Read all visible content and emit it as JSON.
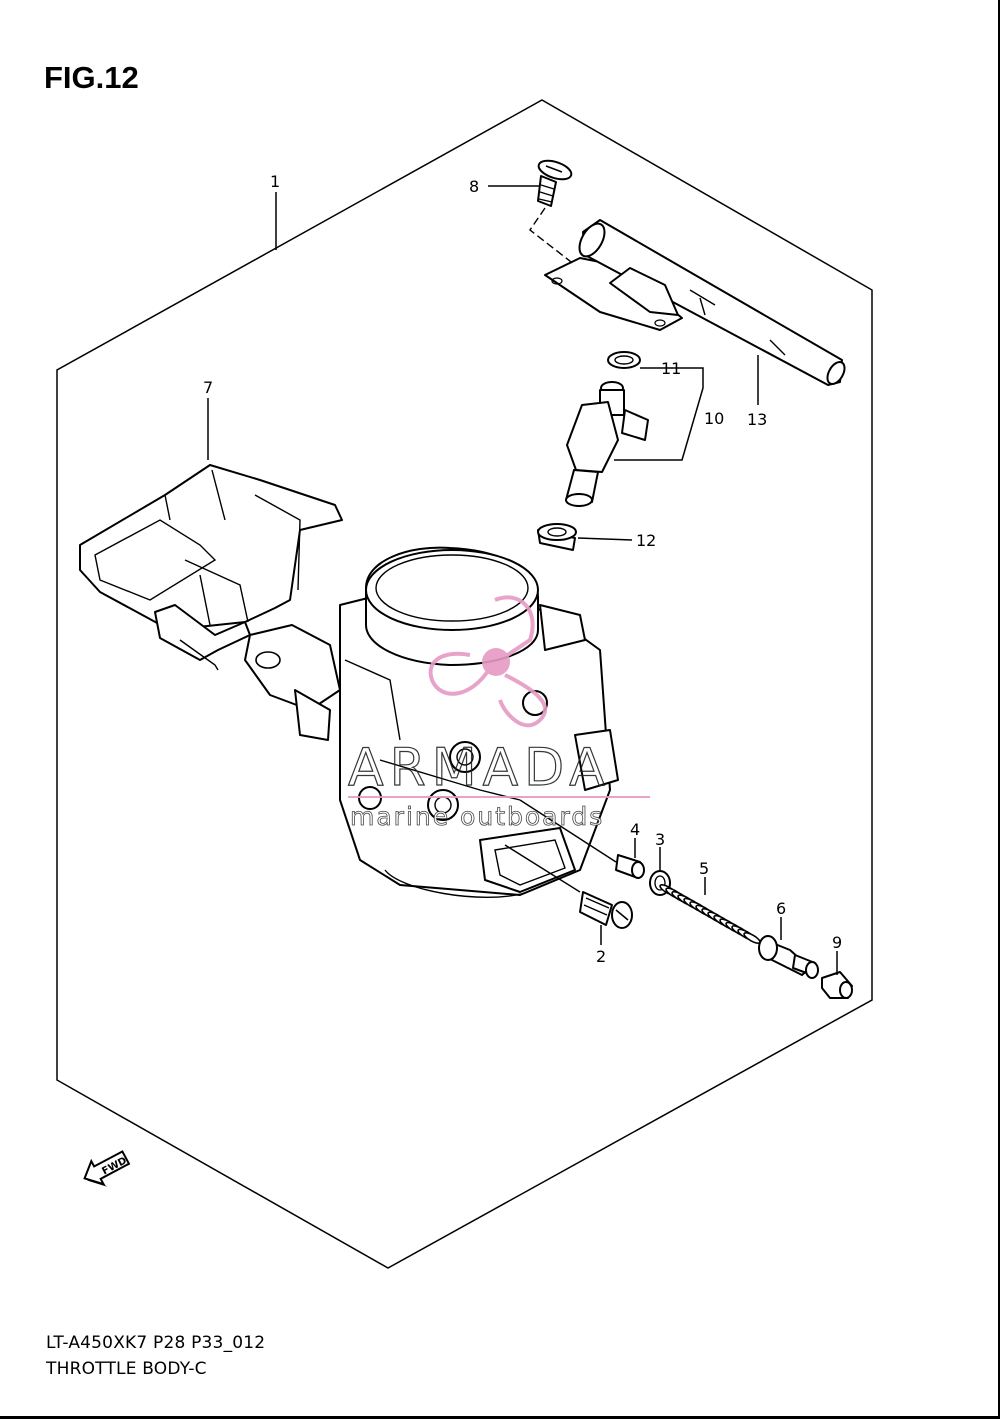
{
  "figure": {
    "title": "FIG.12",
    "code": "LT-A450XK7 P28 P33_012",
    "name": "THROTTLE BODY-C"
  },
  "watermark": {
    "brand": "ARMADA",
    "tagline": "marine outboards",
    "accent_color": "#e59ac4"
  },
  "direction_badge": "FWD",
  "callouts": [
    {
      "id": "c1",
      "label": "1"
    },
    {
      "id": "c2",
      "label": "2"
    },
    {
      "id": "c3",
      "label": "3"
    },
    {
      "id": "c4",
      "label": "4"
    },
    {
      "id": "c5",
      "label": "5"
    },
    {
      "id": "c6",
      "label": "6"
    },
    {
      "id": "c7",
      "label": "7"
    },
    {
      "id": "c8",
      "label": "8"
    },
    {
      "id": "c9",
      "label": "9"
    },
    {
      "id": "c10",
      "label": "10"
    },
    {
      "id": "c11",
      "label": "11"
    },
    {
      "id": "c12",
      "label": "12"
    },
    {
      "id": "c13",
      "label": "13"
    }
  ]
}
